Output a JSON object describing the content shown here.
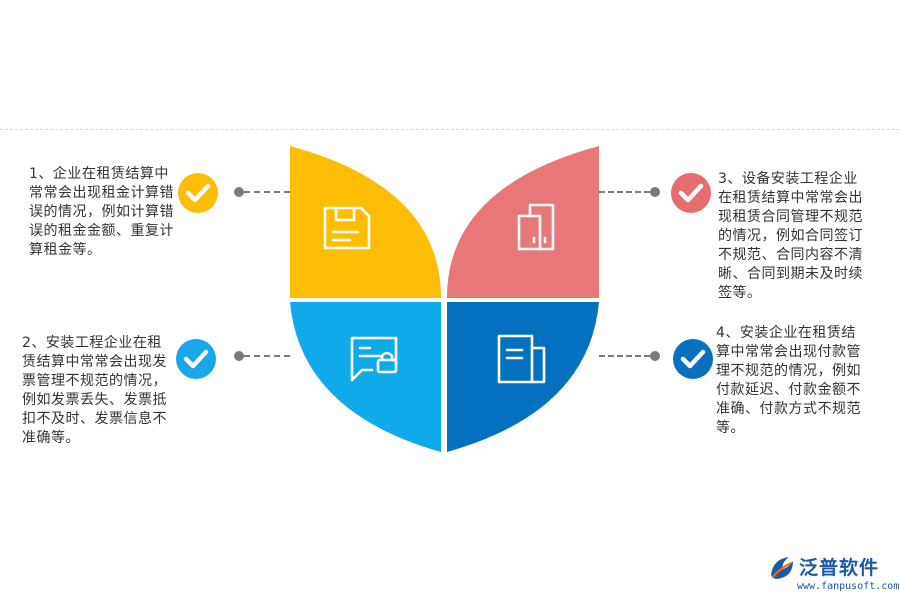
{
  "colors": {
    "petal_top_left": "#fdbd05",
    "petal_top_right": "#e87878",
    "petal_bottom_left": "#10aaeb",
    "petal_bottom_right": "#0470c0",
    "check_1": "#fdbd05",
    "check_2": "#1aa6ea",
    "check_3": "#e56e6e",
    "check_4": "#0b6fc0",
    "connector": "#7a7a7a",
    "brand": "#1a5aa8"
  },
  "petals": [
    {
      "position": "top-left",
      "icon": "floppy-disk-icon"
    },
    {
      "position": "top-right",
      "icon": "folder-pages-icon"
    },
    {
      "position": "bottom-left",
      "icon": "message-lock-icon"
    },
    {
      "position": "bottom-right",
      "icon": "document-icon"
    }
  ],
  "items": [
    {
      "text": "1、企业在租赁结算中常常会出现租金计算错误的情况，例如计算错误的租金金额、重复计算租金等。"
    },
    {
      "text": "2、安装工程企业在租赁结算中常常会出现发票管理不规范的情况，例如发票丢失、发票抵扣不及时、发票信息不准确等。"
    },
    {
      "text": "3、设备安装工程企业在租赁结算中常常会出现租赁合同管理不规范的情况，例如合同签订不规范、合同内容不清晰、合同到期未及时续签等。"
    },
    {
      "text": "4、安装企业在租赁结算中常常会出现付款管理不规范的情况，例如付款延迟、付款金额不准确、付款方式不规范等。"
    }
  ],
  "logo": {
    "name": "泛普软件",
    "url": "www.fanpusoft.com"
  }
}
